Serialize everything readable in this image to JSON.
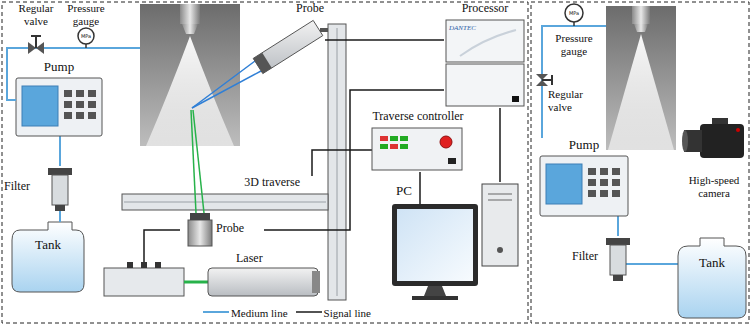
{
  "diagram": {
    "nodes": [
      {
        "text": [
          "Pump"
        ]
      },
      {
        "text": [
          "Tank"
        ]
      },
      {
        "text": [
          "Filter"
        ]
      },
      {
        "text": [
          "Regular valve"
        ]
      },
      {
        "text": [
          "Pressure gauge"
        ]
      },
      {
        "text": [
          "Probe"
        ]
      },
      {
        "text": [
          "Processor",
          "DANTEC"
        ]
      },
      {
        "text": [
          "Traverse controller"
        ]
      },
      {
        "text": [
          "3D traverse"
        ]
      },
      {
        "text": [
          "Probe"
        ]
      },
      {
        "text": [
          "Laser"
        ]
      },
      {
        "text": [
          "PC"
        ]
      },
      {
        "text": [
          "Pressure gauge"
        ]
      },
      {
        "text": [
          "Regular valve"
        ]
      },
      {
        "text": [
          "Pump"
        ]
      },
      {
        "text": [
          "Filter"
        ]
      },
      {
        "text": [
          "Tank"
        ]
      },
      {
        "text": [
          "High-speed camera"
        ]
      }
    ],
    "edges": [
      {
        "from": 1,
        "to": 2,
        "arrow": "none"
      },
      {
        "from": 2,
        "to": 0,
        "arrow": "none"
      },
      {
        "from": 0,
        "to": 3,
        "arrow": "none"
      },
      {
        "from": 3,
        "to": 4,
        "arrow": "none"
      },
      {
        "from": 5,
        "to": 6,
        "arrow": "none"
      },
      {
        "from": 9,
        "to": 6,
        "arrow": "none"
      },
      {
        "from": 6,
        "to": 11,
        "arrow": "none"
      },
      {
        "from": 7,
        "to": 8,
        "arrow": "none"
      },
      {
        "from": 7,
        "to": 11,
        "arrow": "none"
      },
      {
        "from": 10,
        "to": 9,
        "arrow": "none"
      },
      {
        "from": 16,
        "to": 15,
        "arrow": "none"
      },
      {
        "from": 15,
        "to": 14,
        "arrow": "none"
      },
      {
        "from": 14,
        "to": 13,
        "arrow": "none"
      },
      {
        "from": 13,
        "to": 12,
        "arrow": "none"
      }
    ],
    "labels": [
      "MPa",
      "MPa"
    ],
    "legend": [
      {
        "text": "Medium line"
      },
      {
        "text": "Signal line"
      }
    ]
  }
}
